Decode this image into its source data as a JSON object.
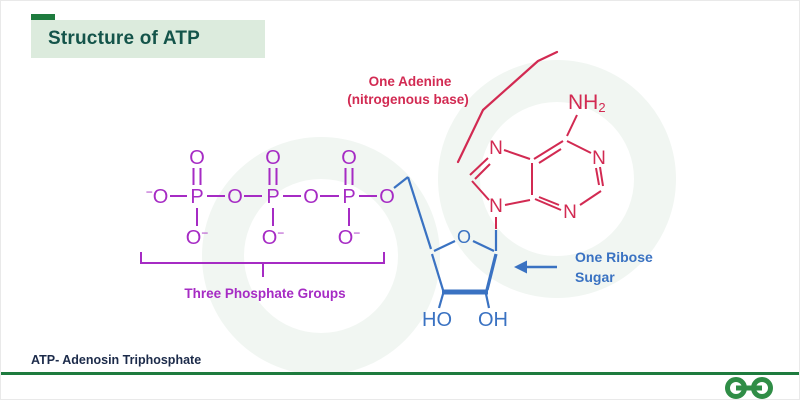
{
  "header": {
    "title": "Structure of ATP"
  },
  "diagram": {
    "adenine_label_line1": "One Adenine",
    "adenine_label_line2": "(nitrogenous base)",
    "phosphate_label": "Three Phosphate Groups",
    "ribose_label_line1": "One Ribose",
    "ribose_label_line2": "Sugar"
  },
  "atoms": {
    "phosphorus": "P",
    "oxygen": "O",
    "minus": "−",
    "nitrogen": "N",
    "amine": "NH",
    "amine_sub": "2",
    "hydroxyl_left": "HO",
    "hydroxyl_right": "OH"
  },
  "footer": {
    "caption": "ATP- Adenosin Triphosphate"
  },
  "colors": {
    "phosphate_purple": "#A62BC4",
    "adenine_red": "#D22A52",
    "ribose_blue": "#3A72C2",
    "brand_green": "#2F8D46",
    "divider_green": "#1E7B3E",
    "banner_bg": "#DCEBDD",
    "banner_text": "#14544A",
    "caption_text": "#1C2B4A"
  }
}
